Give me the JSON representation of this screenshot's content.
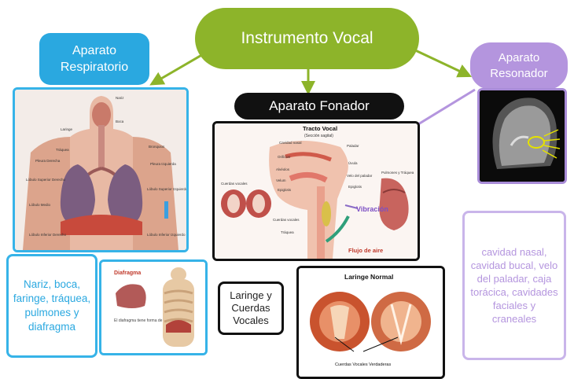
{
  "root": {
    "label": "Instrumento Vocal",
    "color": "#8db42a"
  },
  "respiratorio": {
    "title": "Aparato Respiratorio",
    "color": "#2aa8e0",
    "items": "Nariz, boca, faringe, tráquea, pulmones y diafragma",
    "diagram_labels": [
      "Nariz",
      "Boca",
      "Laringe",
      "Tráquea",
      "Bronquios",
      "Pleura Derecha",
      "Pleura Izquierda",
      "Lóbulo Superior Derecho",
      "Lóbulo Superior Izquierdo",
      "Lóbulo Medio",
      "Lóbulo Inferior Derecho",
      "Lóbulo Inferior Izquierdo"
    ],
    "diafragma_title": "Diafragma",
    "diafragma_caption": "El diafragma tiene forma de paracaídas"
  },
  "fonador": {
    "title": "Aparato Fonador",
    "color": "#111111",
    "image_title": "Tracto Vocal",
    "image_subtitle": "(Sección sagital)",
    "image_labels": [
      "Cavidad nasal",
      "Orificios",
      "Alvéolos",
      "Velum",
      "Epiglotis",
      "Paladar",
      "Úvula",
      "Velo del paladar",
      "Epiglotis",
      "Pulmones y Tráquea",
      "Cuerdas vocales",
      "Cuerdas vocales",
      "Tráquea"
    ],
    "vibracion_label": "Vibración",
    "flujo_label": "Flujo de aire",
    "laringe_label": "Laringe y Cuerdas Vocales",
    "laringe_image_title": "Laringe Normal",
    "laringe_image_caption": "Cuerdas Vocales Verdaderas"
  },
  "resonador": {
    "title": "Aparato Resonador",
    "color": "#b495de",
    "items": "cavidad nasal, cavidad bucal, velo del paladar, caja torácica, cavidades faciales y craneales"
  }
}
